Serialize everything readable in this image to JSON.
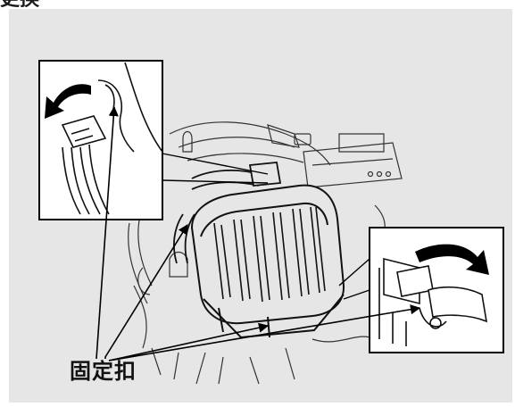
{
  "page": {
    "heading_partial": "更换",
    "panel_background": "#e6e6e6"
  },
  "illustration": {
    "subject": "engine-bay-air-cleaner",
    "callout_label": "固定扣",
    "detail_insets": [
      "left-clip-detail",
      "right-clip-detail"
    ],
    "icons": [
      "curved-arrow-left",
      "curved-arrow-right",
      "pointer-arrow"
    ]
  }
}
